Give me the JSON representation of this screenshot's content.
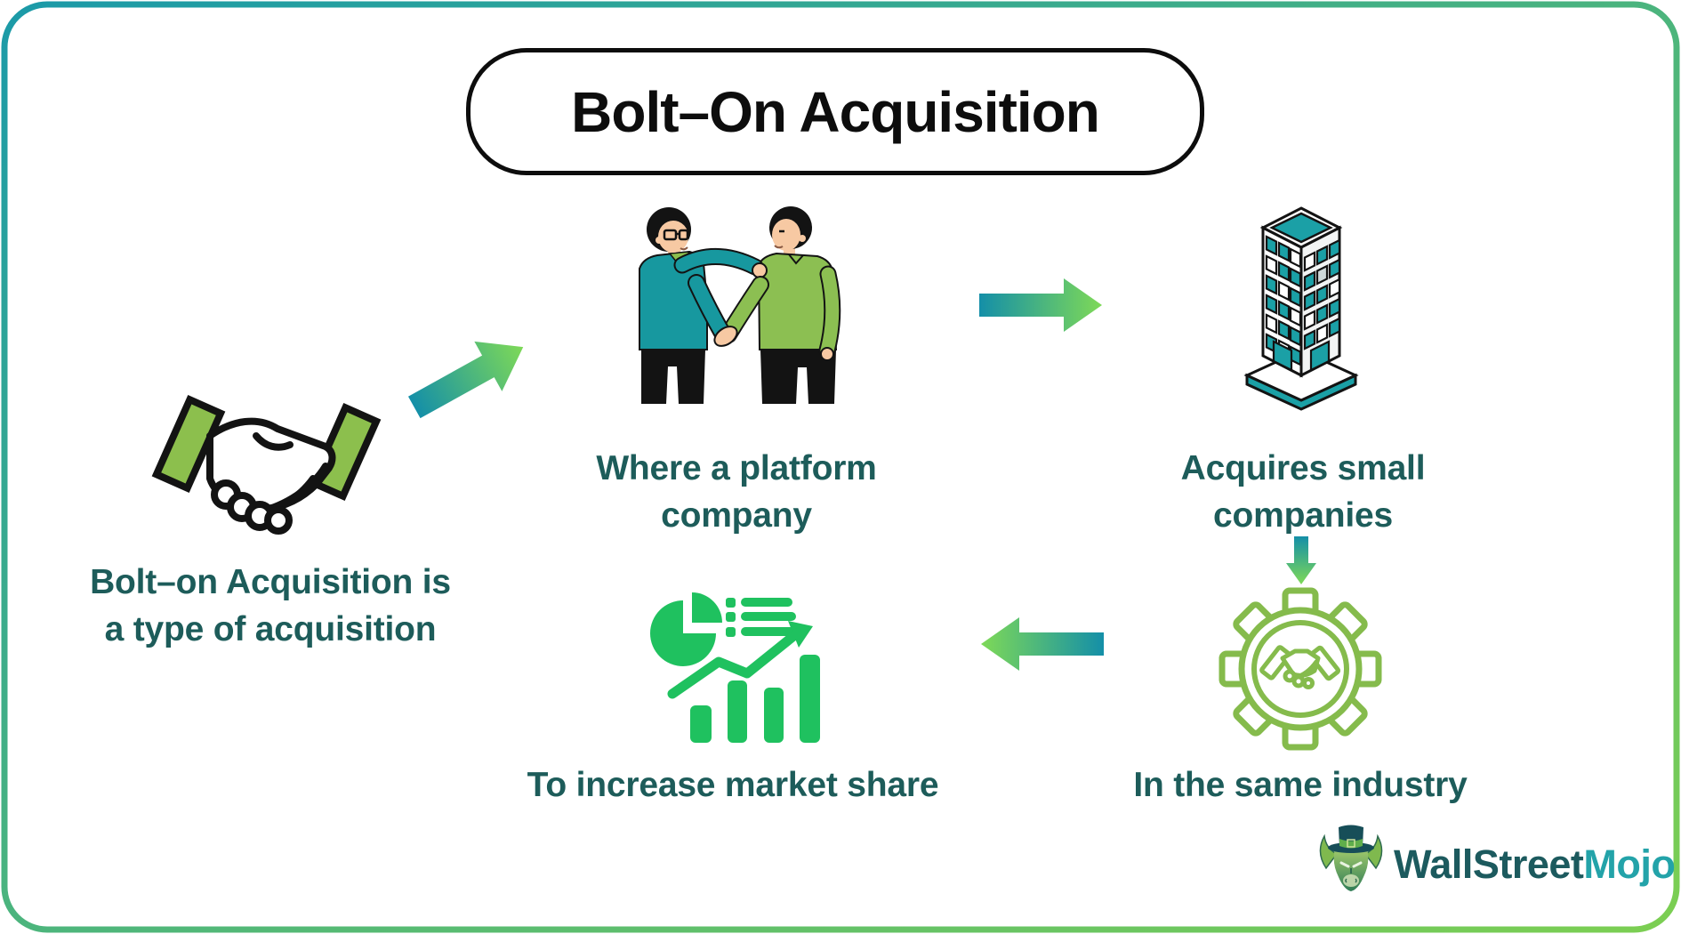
{
  "title": "Bolt–On Acquisition",
  "captions": {
    "definition": "Bolt–on Acquisition is\na type of acquisition",
    "platform": "Where a platform\ncompany",
    "acquires": "Acquires small\ncompanies",
    "industry": "In the same industry",
    "market": "To increase market share"
  },
  "logo": {
    "part1": "WallStreet",
    "part2": "Mojo"
  },
  "icons": {
    "handshake": "handshake-icon",
    "people": "people-handshake-illustration",
    "building": "office-building-icon",
    "gear_handshake": "gear-handshake-icon",
    "market_chart": "market-growth-chart-icon",
    "bull": "bull-mascot-icon",
    "arrows": [
      "arrow-diagonal-icon",
      "arrow-right-icon",
      "arrow-down-icon",
      "arrow-left-icon"
    ]
  },
  "colors": {
    "border-start": "#1b9aa8",
    "border-end": "#7ccf52",
    "title-ink": "#0d0d0d",
    "caption": "#1d5c5a",
    "arrow-teal": "#148fa8",
    "arrow-green": "#7ed957",
    "sleeve-green": "#8cbf4d",
    "outline": "#131313",
    "building-teal": "#1ba0a6",
    "gear-green": "#85bb4c",
    "chart-green": "#1fc15f",
    "shirt-teal": "#17989f",
    "shirt-green": "#8cbf52",
    "skin": "#f7c9a3",
    "logo-dark": "#1c5a5e",
    "logo-teal": "#23a3a9",
    "hat-dark": "#174e58"
  }
}
